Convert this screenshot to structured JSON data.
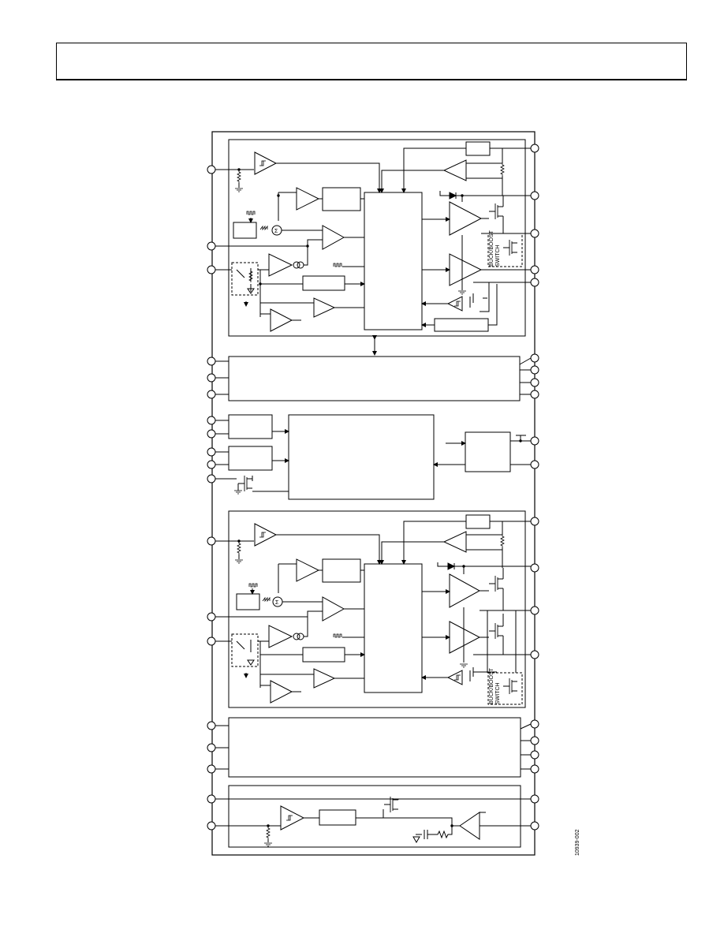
{
  "header": {
    "text": ""
  },
  "diagram": {
    "buck_switch_1_label": [
      "BUCK/BOOST",
      "SWITCH"
    ],
    "buck_switch_2_label": [
      "BUCK/BOOST",
      "SWITCH"
    ],
    "figure_id": "10939-002"
  }
}
